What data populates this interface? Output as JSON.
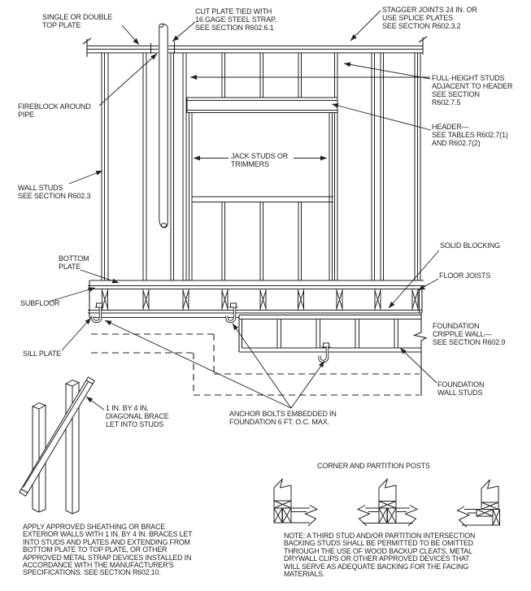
{
  "figure": {
    "labels": {
      "top_plate": "SINGLE OR DOUBLE\nTOP PLATE",
      "cut_plate": "CUT PLATE TIED WITH\n16 GAGE STEEL STRAP.\nSEE SECTION R602.6.1",
      "stagger_joints": "STAGGER JOINTS 24 IN. OR\nUSE SPLICE PLATES\nSEE SECTION R602.3.2",
      "fireblock": "FIREBLOCK AROUND\nPIPE",
      "full_height_studs": "FULL-HEIGHT STUDS\nADJACENT TO HEADER\nSEE SECTION\nR602.7.5",
      "header": "HEADER—\nSEE TABLES R602.7(1)\nAND R602.7(2)",
      "jack_studs": "JACK STUDS OR\nTRIMMERS",
      "wall_studs": "WALL STUDS\nSEE SECTION R602.3",
      "bottom_plate": "BOTTOM\nPLATE",
      "solid_blocking": "SOLID BLOCKING",
      "floor_joists": "FLOOR JOISTS",
      "subfloor": "SUBFLOOR",
      "foundation_cripple_wall": "FOUNDATION\nCRIPPLE WALL—\nSEE SECTION R602.9",
      "sill_plate": "SILL PLATE",
      "foundation_wall_studs": "FOUNDATION\nWALL STUDS",
      "diagonal_brace": "1 IN. BY 4 IN.\nDIAGONAL BRACE\nLET INTO STUDS",
      "anchor_bolts": "ANCHOR BOLTS EMBEDDED IN\nFOUNDATION 6 FT. O.C. MAX.",
      "corner_posts_title": "CORNER AND PARTITION POSTS"
    },
    "notes": {
      "bracing_note": "APPLY APPROVED SHEATHING OR BRACE\nEXTERIOR WALLS WITH 1 IN. BY 4 IN. BRACES LET\nINTO STUDS AND PLATES AND EXTENDING FROM\nBOTTOM PLATE TO TOP PLATE, OR OTHER\nAPPROVED METAL STRAP DEVICES INSTALLED IN\nACCORDANCE WITH THE MANUFACTURER'S\nSPECIFICATIONS. SEE SECTION R602.10.",
      "backing_note": "NOTE: A THIRD STUD AND/OR PARTITION INTERSECTION\nBACKING STUDS SHALL BE PERMITTED TO BE OMITTED\nTHROUGH THE USE OF WOOD BACKUP CLEATS, METAL\nDRYWALL CLIPS OR OTHER APPROVED DEVICES THAT\nWILL SERVE AS ADEQUATE BACKING FOR THE FACING\nMATERIALS."
    },
    "colors": {
      "line": "#231f20",
      "background": "#ffffff"
    }
  }
}
